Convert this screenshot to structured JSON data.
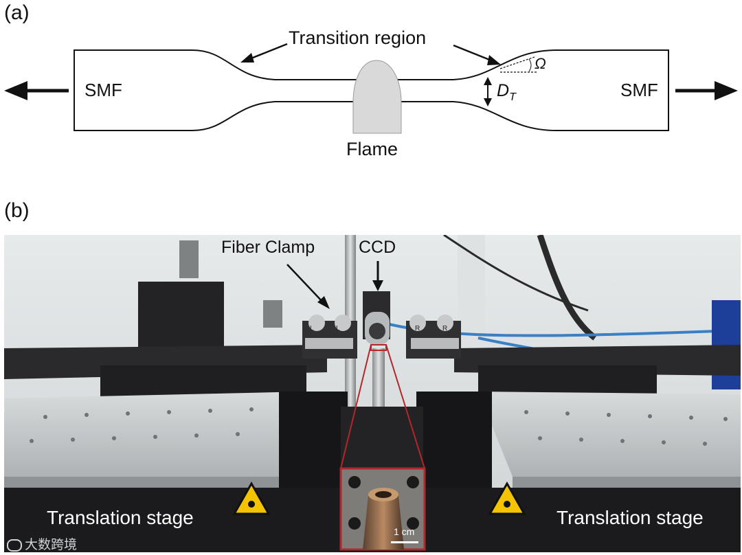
{
  "panel_a": {
    "label": "(a)",
    "transition_label": "Transition region",
    "smf_left": "SMF",
    "smf_right": "SMF",
    "flame_label": "Flame",
    "diameter_symbol": "D",
    "diameter_subscript": "T",
    "angle_symbol": "Ω"
  },
  "panel_b": {
    "label": "(b)",
    "fiber_clamp_label": "Fiber Clamp",
    "ccd_label": "CCD",
    "stage_left_label": "Translation stage",
    "stage_right_label": "Translation stage",
    "scale_bar_label": "1 cm",
    "clamp_marks": [
      "L",
      "L",
      "R",
      "R"
    ],
    "watermark_text": "大数跨境"
  },
  "colors": {
    "flame": "#d9d9d9",
    "inset_border": "#b3262a",
    "warning_yellow": "#f5c400",
    "metal_silver": "#c9ccce",
    "stage_black": "#1b1b1d"
  }
}
